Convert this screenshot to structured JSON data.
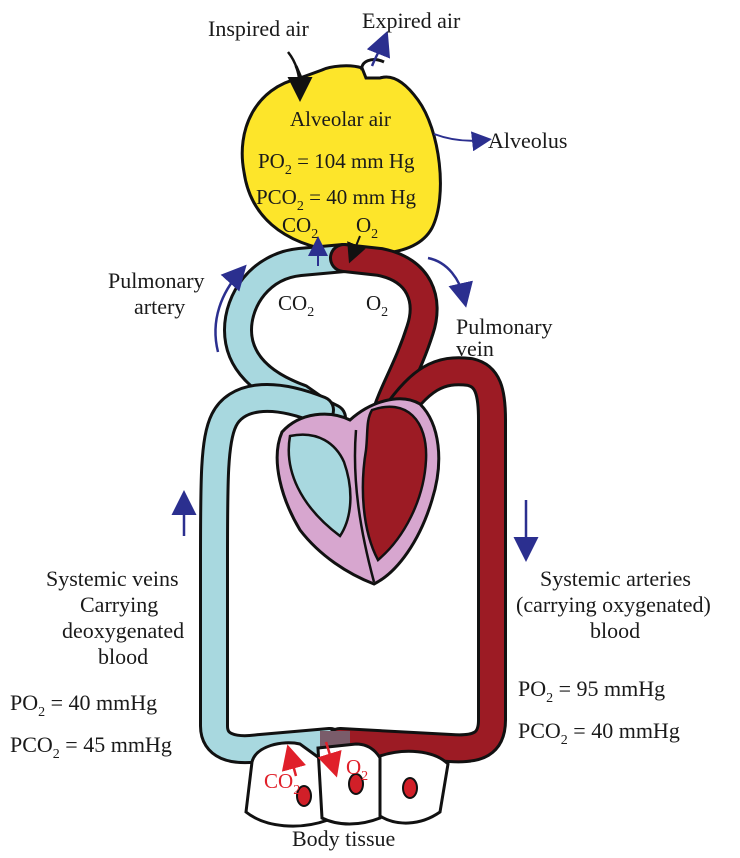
{
  "colors": {
    "alveolus_fill": "#fde52a",
    "deoxygenated": "#a8d8df",
    "oxygenated": "#9c1b24",
    "heart_muscle": "#d7a6cf",
    "outline": "#111111",
    "arrow_blue": "#2b2f8f",
    "gas_red": "#e0202a"
  },
  "labels": {
    "inspired_air": "Inspired air",
    "expired_air": "Expired air",
    "alveolar_air": "Alveolar air",
    "alveolus": "Alveolus",
    "pulmonary_artery_1": "Pulmonary",
    "pulmonary_artery_2": "artery",
    "pulmonary_vein_1": "Pulmonary",
    "pulmonary_vein_2": "vein",
    "systemic_veins_1": "Systemic veins",
    "systemic_veins_2": "Carrying",
    "systemic_veins_3": "deoxygenated",
    "systemic_veins_4": "blood",
    "systemic_arteries_1": "Systemic arteries",
    "systemic_arteries_2": "(carrying oxygenated)",
    "systemic_arteries_3": "blood",
    "body_tissue": "Body tissue"
  },
  "gases": {
    "co2": "CO",
    "o2": "O",
    "sub": "2"
  },
  "alveolar": {
    "po2_prefix": "PO",
    "po2_value": " = 104 mm Hg",
    "pco2_prefix": "PCO",
    "pco2_value": " = 40 mm Hg"
  },
  "venous": {
    "po2_prefix": "PO",
    "po2_value": " = 40 mmHg",
    "pco2_prefix": "PCO",
    "pco2_value": " = 45 mmHg"
  },
  "arterial": {
    "po2_prefix": "PO",
    "po2_value": " = 95 mmHg",
    "pco2_prefix": "PCO",
    "pco2_value": " = 40 mmHg"
  }
}
